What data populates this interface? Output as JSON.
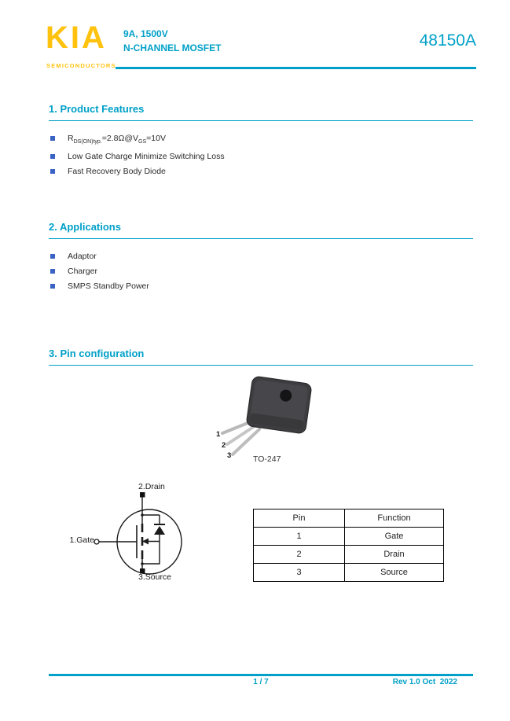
{
  "page": {
    "accent": "#00A0C8",
    "logo_color": "#FFC20E",
    "bullet_color": "#3B63C4"
  },
  "header": {
    "logo": "KIA",
    "logo_sub": "SEMICONDUCTORS",
    "rating": "9A, 1500V",
    "device_type": "N-CHANNEL MOSFET",
    "part_number": "48150A"
  },
  "sections": {
    "features": {
      "title": "1. Product Features",
      "item1": {
        "t1": "R",
        "s1": "DS(ON)typ.",
        "t2": "=2.8Ω@V",
        "s2": "GS",
        "t3": "=10V"
      },
      "item2": "Low Gate Charge Minimize Switching Loss",
      "item3": "Fast Recovery Body Diode"
    },
    "applications": {
      "title": "2. Applications",
      "items": [
        "Adaptor",
        "Charger",
        "SMPS Standby Power"
      ]
    },
    "pin_configuration": {
      "title": "3. Pin configuration",
      "package": {
        "name": "TO-247",
        "pin1": "1",
        "pin2": "2",
        "pin3": "3"
      },
      "symbol": {
        "drain": "2.Drain",
        "gate": "1.Gate",
        "source": "3.Source"
      },
      "pin_table": {
        "col1": "Pin",
        "col2": "Function",
        "rows": [
          {
            "pin": "1",
            "function": "Gate"
          },
          {
            "pin": "2",
            "function": "Drain"
          },
          {
            "pin": "3",
            "function": "Source"
          }
        ]
      }
    }
  },
  "footer": {
    "page_number": "1 / 7",
    "revision": "Rev 1.0 Oct  2022"
  }
}
